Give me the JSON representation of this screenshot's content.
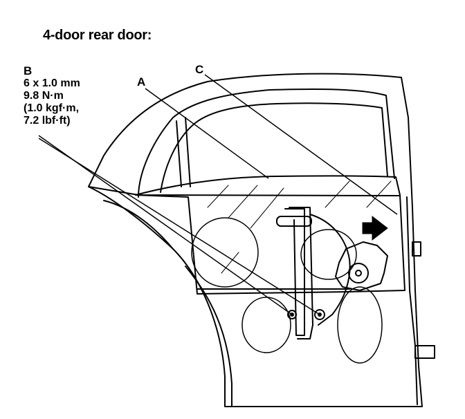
{
  "title": "4-door rear door:",
  "callouts": {
    "a": "A",
    "b": "B",
    "c": "C"
  },
  "spec_b": {
    "bolt": "6 x 1.0 mm",
    "torque_nm": "9.8 N·m",
    "torque_kgf": "(1.0 kgf·m,",
    "torque_lbf": "7.2 lbf·ft)"
  },
  "colors": {
    "ink": "#000000",
    "background": "#ffffff"
  },
  "icons": {
    "direction": "arrow-right-icon"
  }
}
